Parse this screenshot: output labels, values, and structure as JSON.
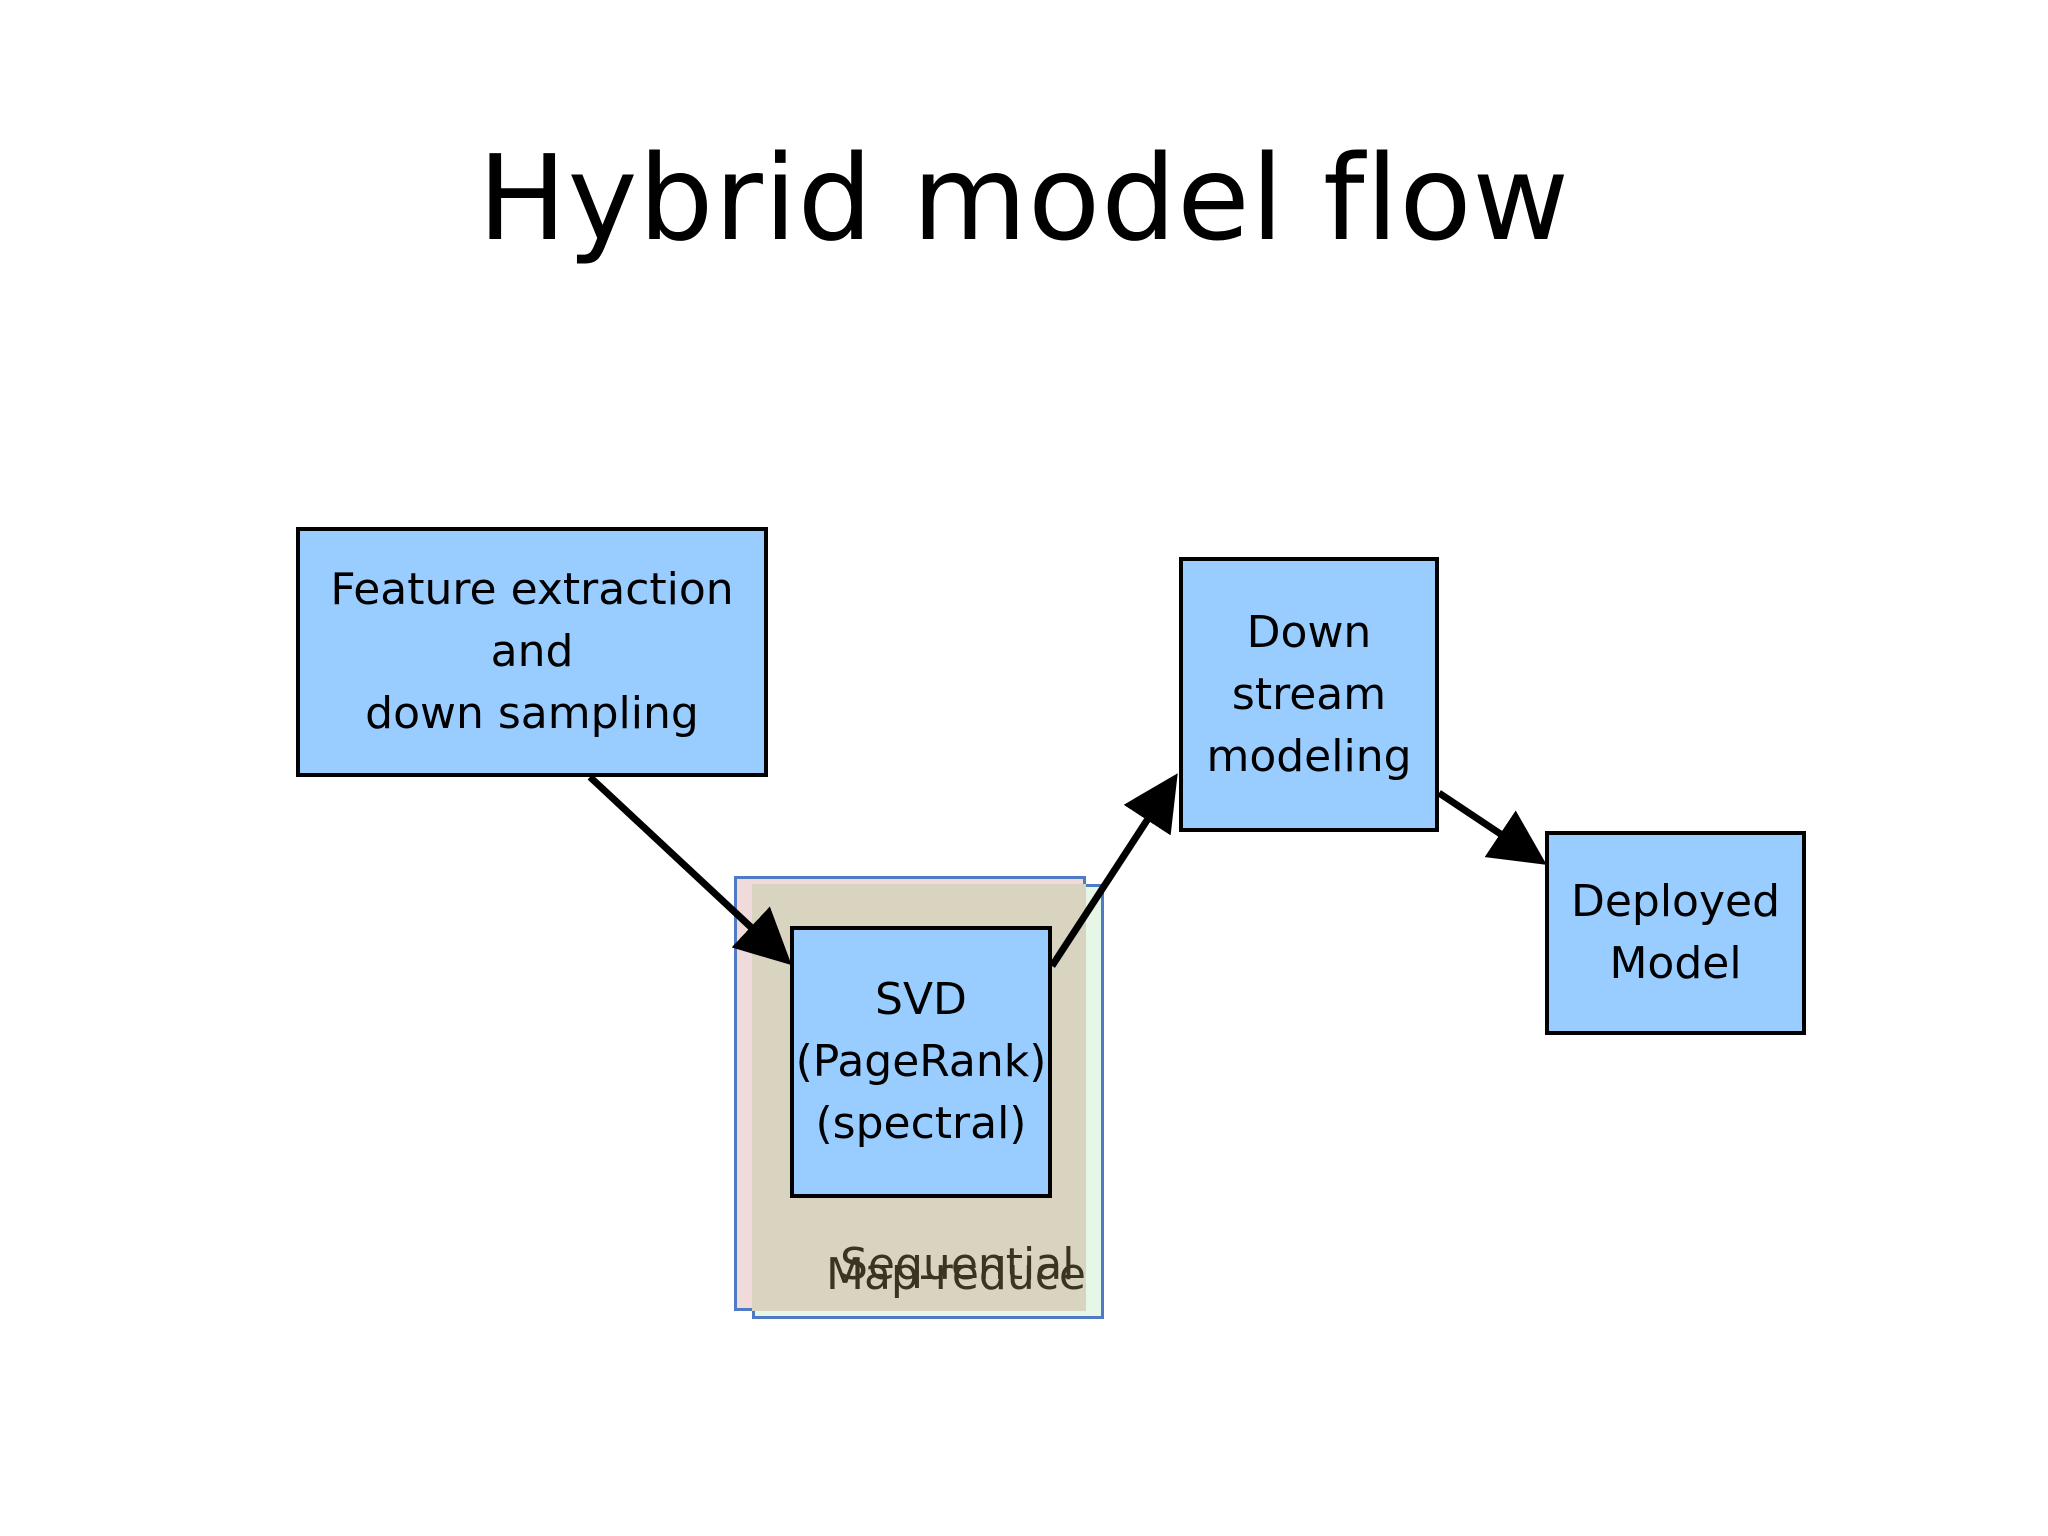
{
  "title": "Hybrid model flow",
  "nodes": {
    "feature_extraction": "Feature extraction\nand\ndown sampling",
    "svd": "SVD\n(PageRank)\n(spectral)",
    "downstream": "Down\nstream\nmodeling",
    "deployed": "Deployed\nModel"
  },
  "layers": {
    "back_label": "Map-reduce",
    "front_label": "Sequential"
  },
  "colors": {
    "box_fill": "#99ccff",
    "layer_border": "#4f7ac4"
  }
}
